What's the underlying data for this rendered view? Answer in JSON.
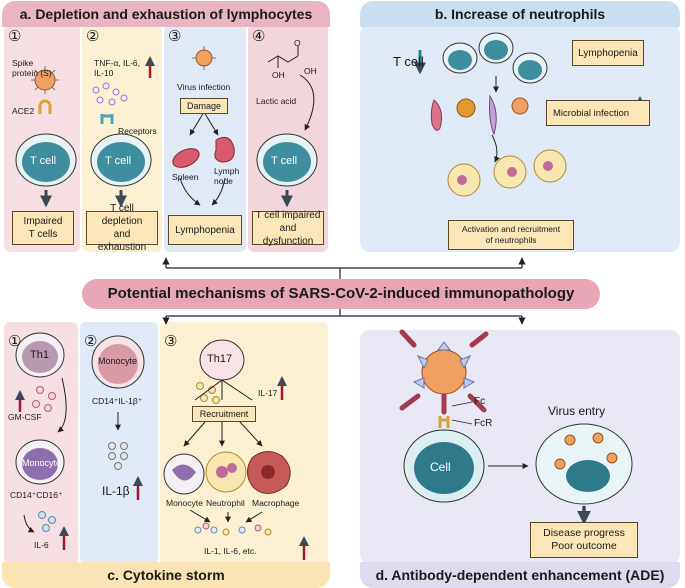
{
  "panels": {
    "a_title": "a. Depletion and exhaustion of lymphocytes",
    "b_title": "b. Increase of neutrophils",
    "c_title": "c. Cytokine storm",
    "d_title": "d. Antibody-dependent enhancement (ADE)"
  },
  "center_title": "Potential mechanisms of SARS-CoV-2-induced immunopathology",
  "numbers": {
    "n1": "①",
    "n2": "②",
    "n3": "③",
    "n4": "④"
  },
  "panel_a": {
    "spike_label": "Spike\nprotein (S)",
    "ace2_label": "ACE2",
    "tcell_label": "T cell",
    "result1": "Impaired\nT cells",
    "cytokines_label": "TNF-α, IL-6,\nIL-10",
    "receptors_label": "Receptors",
    "result2": "T cell depletion\nand exhaustion",
    "virus_infection": "Virus infection",
    "damage": "Damage",
    "spleen": "Spleen",
    "lymph_node": "Lymph\nnode",
    "result3": "Lymphopenia",
    "lactic_acid": "Lactic acid",
    "oh_label": "OH",
    "oh_label2": "OH",
    "o_label": "O",
    "result4": "T cell impaired\nand dysfunction"
  },
  "panel_b": {
    "tcell_label": "T cell",
    "lymphopenia": "Lymphopenia",
    "microbial_infection": "Microbial infection",
    "activation": "Activation and recruitment\nof neutrophils"
  },
  "panel_c": {
    "th1": "Th1",
    "gmcsf": "GM-CSF",
    "monocyte": "Monocyte",
    "cd14cd16": "CD14⁺CD16⁺",
    "il6": "IL-6",
    "monocyte2": "Monocyte",
    "cd14il1b": "CD14⁺IL-1β⁺",
    "il1b": "IL-1β",
    "th17": "Th17",
    "il17": "IL-17",
    "recruitment": "Recruitment",
    "monocyte3": "Monocyte",
    "neutrophil": "Neutrophil",
    "macrophage": "Macrophage",
    "il_etc": "IL-1, IL-6, etc."
  },
  "panel_d": {
    "fc": "Fc",
    "fcr": "FcR",
    "cell": "Cell",
    "virus_entry": "Virus entry",
    "outcome": "Disease progress\nPoor outcome"
  },
  "colors": {
    "pink_bg": "#f6dfe3",
    "yellow_bg": "#fcf0d2",
    "blue_bg": "#dfeaf6",
    "title_pink": "#eab5c2",
    "title_blue": "#c9dff0",
    "title_yellow": "#fbe4b4",
    "red_arrow": "#a3162b",
    "teal_arrow": "#1e8a8a",
    "box_fill": "#fbe6b8"
  }
}
